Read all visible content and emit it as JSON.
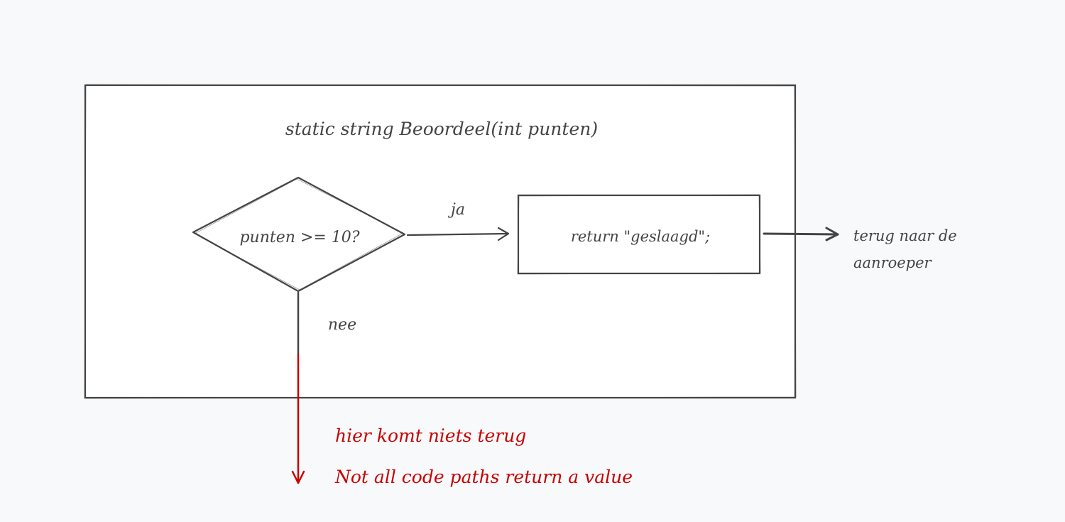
{
  "function_signature": "static string Beoordeel(int punten)",
  "decision": {
    "label": "punten >= 10?"
  },
  "yes_branch": {
    "label": "ja"
  },
  "no_branch": {
    "label": "nee"
  },
  "return_box": {
    "label": "return \"geslaagd\";"
  },
  "caller_note": {
    "line1": "terug naar de",
    "line2": "aanroeper"
  },
  "error_notes": {
    "line1": "hier komt niets terug",
    "line2": "Not all code paths return a value"
  },
  "colors": {
    "background": "#f8f9fa",
    "ink": "#444444",
    "error": "#c80000"
  }
}
